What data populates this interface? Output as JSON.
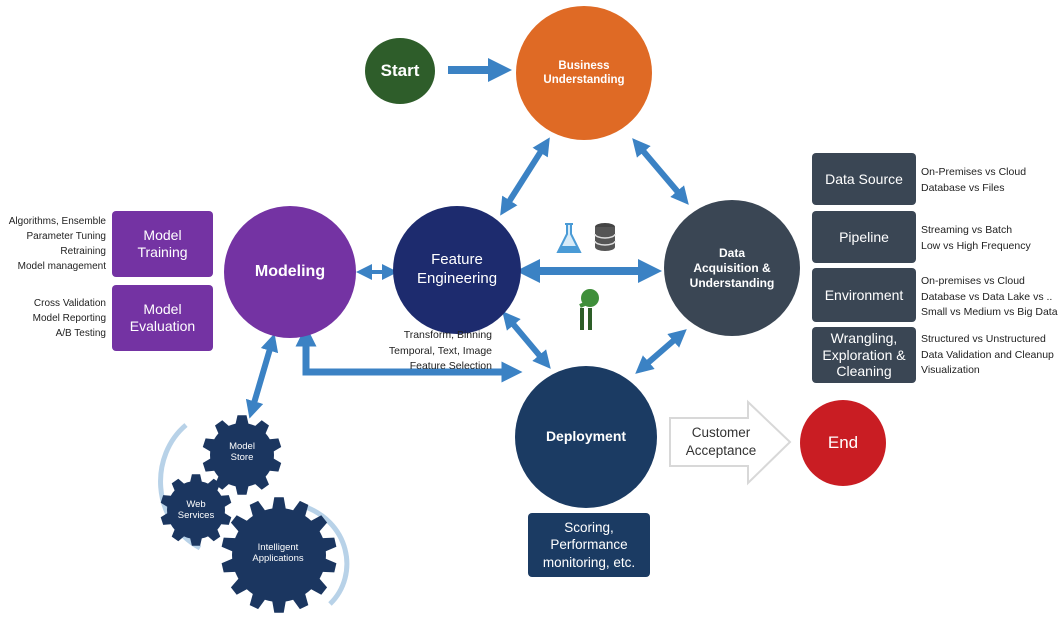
{
  "nodes": {
    "start": "Start",
    "business": "Business\nUnderstanding",
    "data_acq": "Data\nAcquisition &\nUnderstanding",
    "feature": "Feature\nEngineering",
    "modeling": "Modeling",
    "deployment": "Deployment",
    "end": "End"
  },
  "colors": {
    "start": "#2e5d2a",
    "business": "#df6a25",
    "data_acq": "#3a4654",
    "feature": "#1d2b6e",
    "modeling": "#7433a3",
    "deployment": "#1b3b63",
    "end": "#c91d23",
    "arrow": "#3b82c4"
  },
  "data_acq_boxes": [
    {
      "label": "Data Source",
      "notes": "On-Premises vs Cloud\nDatabase vs Files"
    },
    {
      "label": "Pipeline",
      "notes": "Streaming vs Batch\nLow vs High Frequency"
    },
    {
      "label": "Environment",
      "notes": "On-premises vs Cloud\nDatabase vs Data Lake  vs ..\nSmall vs Medium vs Big Data"
    },
    {
      "label": "Wrangling,\nExploration &\nCleaning",
      "notes": "Structured vs Unstructured\nData Validation and Cleanup\nVisualization"
    }
  ],
  "modeling_boxes": [
    {
      "label": "Model\nTraining",
      "notes": "Algorithms, Ensemble\nParameter Tuning\nRetraining\nModel management"
    },
    {
      "label": "Model\nEvaluation",
      "notes": "Cross Validation\nModel Reporting\nA/B Testing"
    }
  ],
  "feature_notes": "Transform, Binning\nTemporal, Text, Image\nFeature Selection",
  "deployment_box": "Scoring,\nPerformance\nmonitoring, etc.",
  "customer_acceptance": "Customer\nAcceptance",
  "gears": [
    "Model\nStore",
    "Web\nServices",
    "Intelligent\nApplications"
  ],
  "icons": [
    "flask-icon",
    "database-icon",
    "tree-icon"
  ]
}
